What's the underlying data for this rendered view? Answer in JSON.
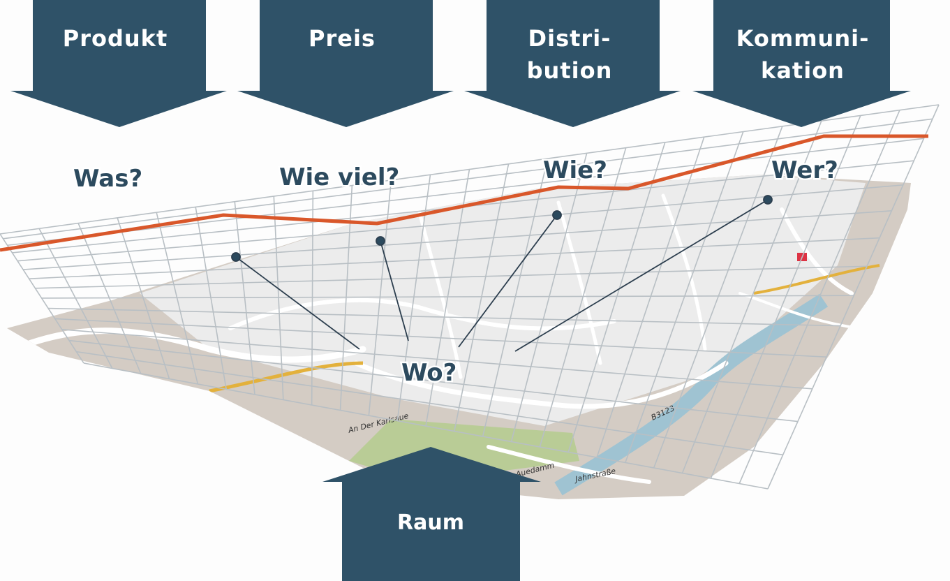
{
  "colors": {
    "arrow": "#2f5268",
    "question_text": "#2c4a5e",
    "trend_line": "#d9572a",
    "grid": "#b8bfc4",
    "map_base": "#d4ccc4",
    "map_center": "#eeeeee",
    "river": "#9fc3d2",
    "park": "#b9cc96"
  },
  "top_arrows": [
    {
      "label_lines": [
        "Produkt"
      ],
      "question": "Was?"
    },
    {
      "label_lines": [
        "Preis"
      ],
      "question": "Wie viel?"
    },
    {
      "label_lines": [
        "Distri-",
        "bution"
      ],
      "question": "Wie?"
    },
    {
      "label_lines": [
        "Kommuni-",
        "kation"
      ],
      "question": "Wer?"
    }
  ],
  "bottom_arrow": {
    "label": "Raum"
  },
  "center_question": "Wo?",
  "map_labels": {
    "street_1": "An Der Karlsaue",
    "street_2": "Jahnstraße",
    "street_3": "Auedamm",
    "road_number": "B3123"
  },
  "icons": [
    "down-arrow-icon",
    "up-arrow-icon",
    "pin-dot-icon"
  ]
}
